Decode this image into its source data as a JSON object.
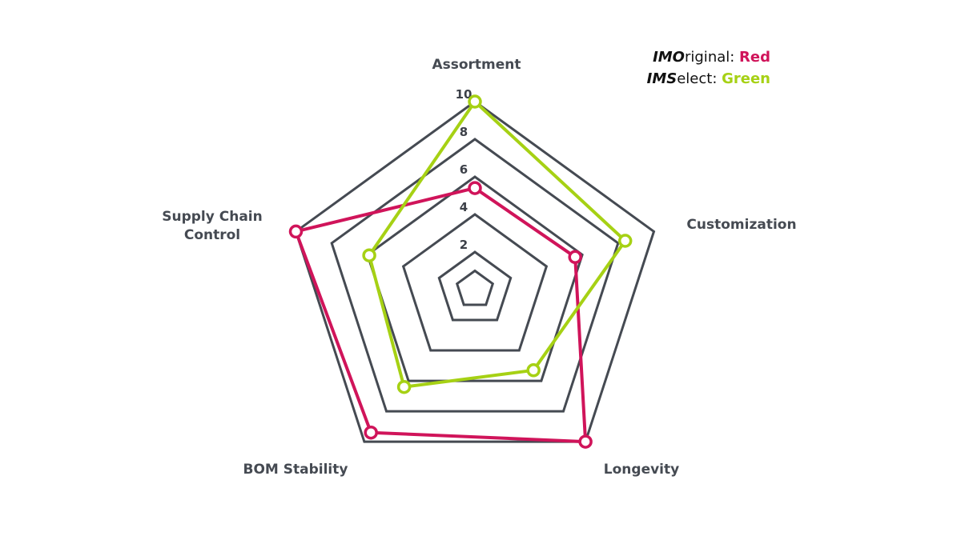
{
  "chart_data": {
    "type": "radar",
    "axes": [
      "Assortment",
      "Customization",
      "Longevity",
      "BOM Stability",
      "Supply Chain Control"
    ],
    "range": [
      0,
      10
    ],
    "ticks": [
      "2",
      "4",
      "6",
      "8",
      "10"
    ],
    "tick_values": [
      2,
      4,
      6,
      8,
      10
    ],
    "series": [
      {
        "name": "IMOriginal",
        "color": "#d0145a",
        "values": [
          5.4,
          5.6,
          10,
          9.4,
          10
        ]
      },
      {
        "name": "IMSelect",
        "color": "#a6d114",
        "values": [
          10,
          8.4,
          5.3,
          6.4,
          5.9
        ]
      }
    ],
    "grid_color": "#454a52"
  },
  "legend": [
    {
      "prefix": "IMO",
      "rest": "riginal: ",
      "color_word": "Red",
      "color": "#d0145a"
    },
    {
      "prefix": "IMS",
      "rest": "elect: ",
      "color_word": "Green",
      "color": "#a6d114"
    }
  ]
}
